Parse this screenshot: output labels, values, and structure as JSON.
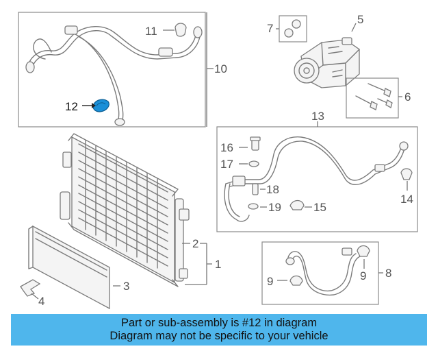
{
  "callouts": {
    "c1": "1",
    "c2": "2",
    "c3": "3",
    "c4": "4",
    "c5": "5",
    "c6": "6",
    "c7": "7",
    "c8": "8",
    "c9a": "9",
    "c9b": "9",
    "c10": "10",
    "c11": "11",
    "c12": "12",
    "c13": "13",
    "c14": "14",
    "c15": "15",
    "c16": "16",
    "c17": "17",
    "c18": "18",
    "c19": "19"
  },
  "highlight_color": "#1a8fd8",
  "banner": {
    "line1": "Part or sub-assembly is #12 in diagram",
    "line2": "Diagram may not be specific to your vehicle",
    "background": "#4fb6ec"
  }
}
